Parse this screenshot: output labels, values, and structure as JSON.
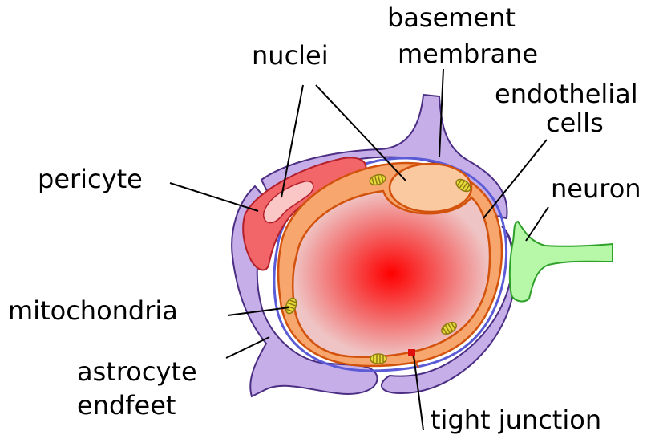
{
  "labels": {
    "nuclei": "nuclei",
    "basement_line1": "basement",
    "basement_line2": "membrane",
    "endothelial_line1": "endothelial",
    "endothelial_line2": "cells",
    "pericyte": "pericyte",
    "neuron": "neuron",
    "mitochondria": "mitochondria",
    "astrocyte_line1": "astrocyte",
    "astrocyte_line2": "endfeet",
    "tight_junction": "tight junction"
  },
  "colors": {
    "astrocyte_fill": "#c6aee8",
    "astrocyte_stroke": "#4b2e83",
    "basement_membrane": "#5b5bd6",
    "endothelium_fill": "#f7a66e",
    "endothelium_stroke": "#d2520c",
    "nucleus_fill": "#fbc9a0",
    "lumen_center": "#ff0000",
    "lumen_edge": "#efc4c4",
    "pericyte_fill": "#f2666a",
    "pericyte_stroke": "#b3202a",
    "pericyte_nucleus_fill": "#fbc6c6",
    "mitochondria_fill": "#e8dc3c",
    "mitochondria_stroke": "#8c7a10",
    "neuron_fill": "#b6f7a8",
    "neuron_stroke": "#2fa02a",
    "tight_junction": "#e01010"
  }
}
